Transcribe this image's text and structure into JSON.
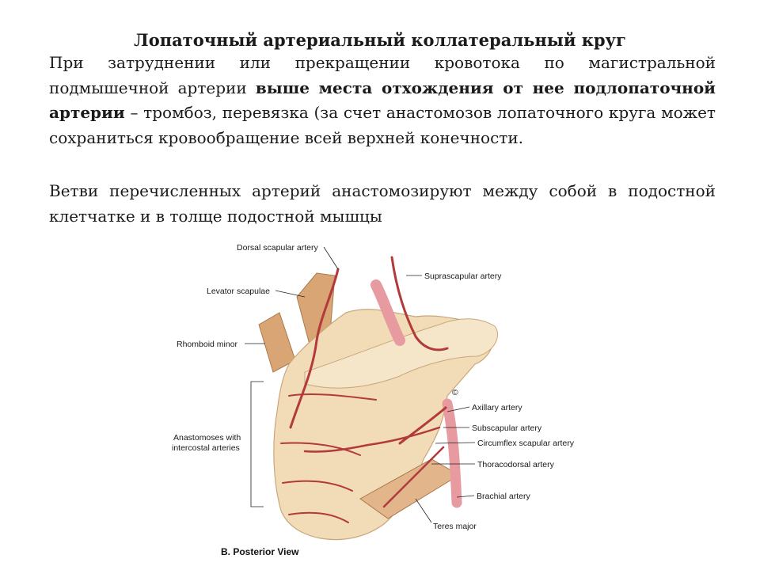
{
  "slide": {
    "title": "Лопаточный артериальный коллатеральный круг",
    "paragraph1": {
      "part1": "При затруднении или прекращении кровотока по магистральной подмышечной артерии ",
      "bold": "выше места отхождения от нее подлопаточной артерии",
      "part2": " – тромбоз, перевязка (за счет анастомозов лопаточного круга может сохраниться кровообращение всей верхней конечности."
    },
    "paragraph2": "Ветви перечисленных артерий анастомозируют между собой в подостной клетчатке и в толще подостной мышцы"
  },
  "figure": {
    "labels": {
      "dorsal_scapular": "Dorsal scapular artery",
      "levator": "Levator scapulae",
      "rhomboid": "Rhomboid minor",
      "anastomoses_1": "Anastomoses with",
      "anastomoses_2": "intercostal arteries",
      "suprascapular": "Suprascapular artery",
      "axillary": "Axillary artery",
      "subscapular": "Subscapular artery",
      "circumflex": "Circumflex scapular artery",
      "thoracodorsal": "Thoracodorsal artery",
      "brachial": "Brachial artery",
      "teres": "Teres major",
      "caption": "B. Posterior View",
      "copyright": "©"
    },
    "colors": {
      "bone": "#f2dcb8",
      "muscle": "#d9a574",
      "artery": "#b23a3a",
      "vessel_light": "#e79aa0"
    }
  }
}
